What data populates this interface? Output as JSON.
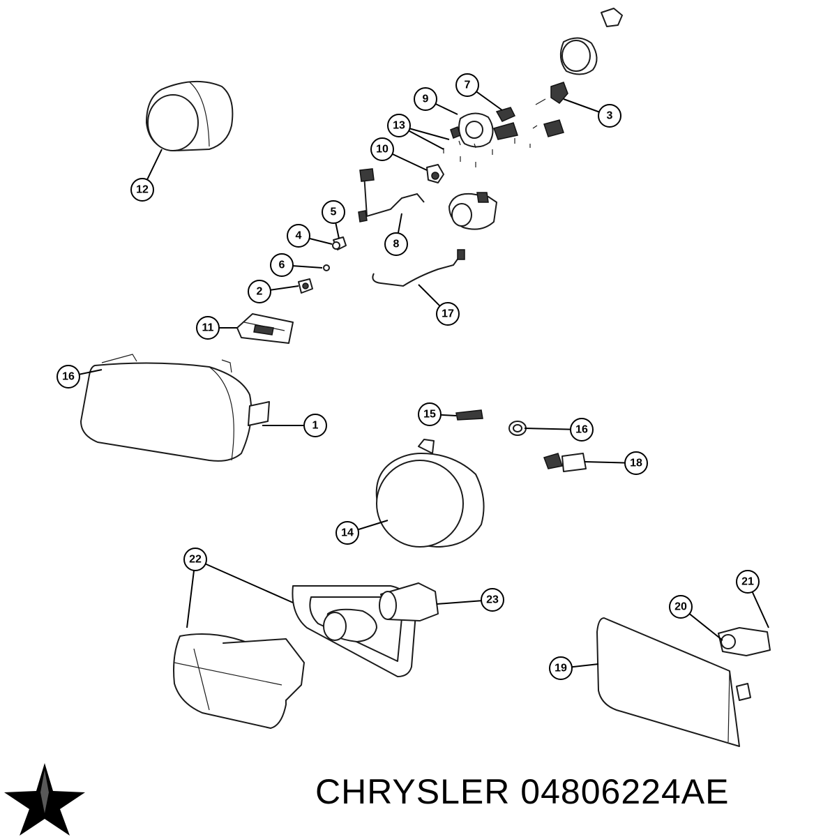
{
  "caption": {
    "brand": "CHRYSLER",
    "part_number": "04806224AE"
  },
  "callouts": [
    {
      "label": "7"
    },
    {
      "label": "9"
    },
    {
      "label": "3"
    },
    {
      "label": "13"
    },
    {
      "label": "10"
    },
    {
      "label": "12"
    },
    {
      "label": "5"
    },
    {
      "label": "4"
    },
    {
      "label": "8"
    },
    {
      "label": "6"
    },
    {
      "label": "2"
    },
    {
      "label": "17"
    },
    {
      "label": "11"
    },
    {
      "label": "16"
    },
    {
      "label": "1"
    },
    {
      "label": "15"
    },
    {
      "label": "16"
    },
    {
      "label": "18"
    },
    {
      "label": "14"
    },
    {
      "label": "22"
    },
    {
      "label": "23"
    },
    {
      "label": "21"
    },
    {
      "label": "20"
    },
    {
      "label": "19"
    }
  ],
  "colors": {
    "line": "#1a1a1a",
    "background": "#ffffff",
    "logo": "#000000"
  },
  "logo_icon": "chrysler-star-logo-icon"
}
